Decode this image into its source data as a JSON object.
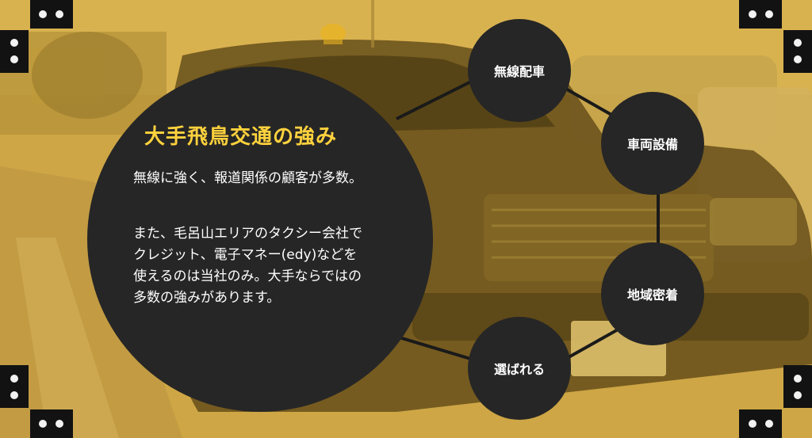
{
  "main": {
    "title": "大手飛鳥交通の強み",
    "lead": "無線に強く、報道関係の顧客が多数。",
    "body_lines": [
      "また、毛呂山エリアのタクシー会社で",
      "クレジット、電子マネー(edy)などを",
      "使えるのは当社のみ。大手ならではの",
      "多数の強みがあります。"
    ]
  },
  "nodes": [
    {
      "label": "無線配車"
    },
    {
      "label": "車両設備"
    },
    {
      "label": "地域密着"
    },
    {
      "label": "選ばれる"
    }
  ],
  "colors": {
    "circle": "#262626",
    "title": "#ffd23d",
    "text": "#ffffff",
    "background_tint": "#e2b23a",
    "corner_block": "#121212"
  }
}
